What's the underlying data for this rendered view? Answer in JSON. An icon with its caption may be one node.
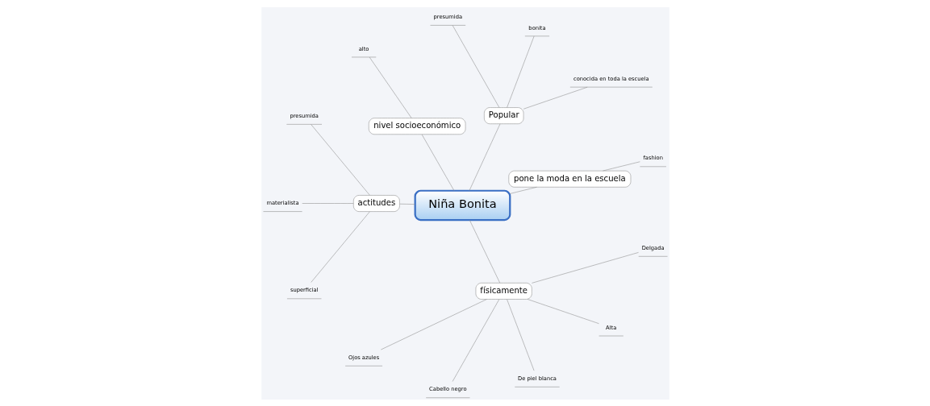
{
  "diagram": {
    "nodes": [
      {
        "text": [
          "Niña Bonita"
        ]
      },
      {
        "text": [
          "pone la moda en la escuela"
        ]
      },
      {
        "text": [
          "fashion"
        ]
      },
      {
        "text": [
          "Popular"
        ]
      },
      {
        "text": [
          "conocida en toda la escuela"
        ]
      },
      {
        "text": [
          "bonita"
        ]
      },
      {
        "text": [
          "presumida"
        ]
      },
      {
        "text": [
          "nivel socioeconómico"
        ]
      },
      {
        "text": [
          "alto"
        ]
      },
      {
        "text": [
          "actitudes"
        ]
      },
      {
        "text": [
          "presumida"
        ]
      },
      {
        "text": [
          "materialista"
        ]
      },
      {
        "text": [
          "superficial"
        ]
      },
      {
        "text": [
          "físicamente"
        ]
      },
      {
        "text": [
          "Ojos azules"
        ]
      },
      {
        "text": [
          "Cabello negro"
        ]
      },
      {
        "text": [
          "De piel blanca"
        ]
      },
      {
        "text": [
          "Alta"
        ]
      },
      {
        "text": [
          "Delgada"
        ]
      }
    ],
    "edges": [
      {
        "from": 0,
        "to": 1,
        "arrow": "none"
      },
      {
        "from": 1,
        "to": 2,
        "arrow": "none"
      },
      {
        "from": 0,
        "to": 3,
        "arrow": "none"
      },
      {
        "from": 3,
        "to": 4,
        "arrow": "none"
      },
      {
        "from": 3,
        "to": 5,
        "arrow": "none"
      },
      {
        "from": 3,
        "to": 6,
        "arrow": "none"
      },
      {
        "from": 0,
        "to": 7,
        "arrow": "none"
      },
      {
        "from": 7,
        "to": 8,
        "arrow": "none"
      },
      {
        "from": 0,
        "to": 9,
        "arrow": "none"
      },
      {
        "from": 9,
        "to": 10,
        "arrow": "none"
      },
      {
        "from": 9,
        "to": 11,
        "arrow": "none"
      },
      {
        "from": 9,
        "to": 12,
        "arrow": "none"
      },
      {
        "from": 0,
        "to": 13,
        "arrow": "none"
      },
      {
        "from": 13,
        "to": 14,
        "arrow": "none"
      },
      {
        "from": 13,
        "to": 15,
        "arrow": "none"
      },
      {
        "from": 13,
        "to": 16,
        "arrow": "none"
      },
      {
        "from": 13,
        "to": 17,
        "arrow": "none"
      },
      {
        "from": 13,
        "to": 18,
        "arrow": "none"
      }
    ]
  }
}
